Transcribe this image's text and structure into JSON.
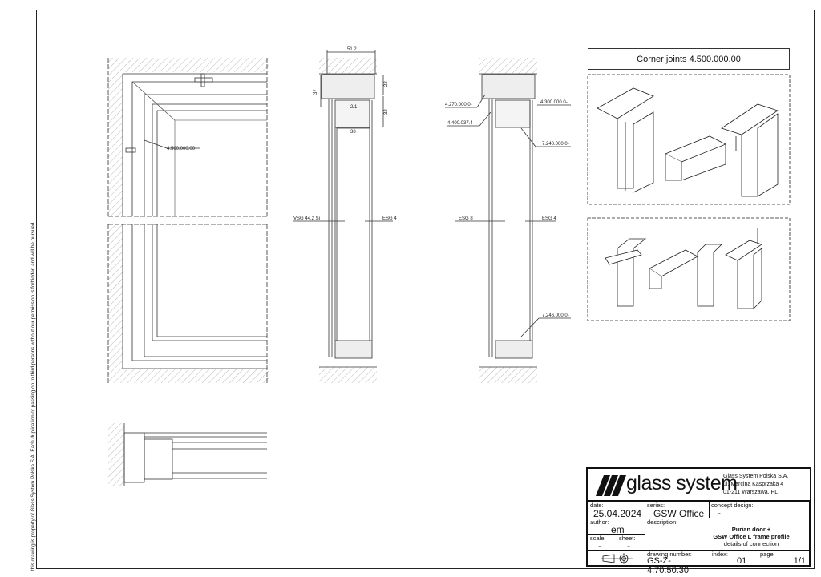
{
  "side_note": "this drawing is property of Glass System Polska S.A.  Each duplication or passing on to third persons without our permission is forbidden and will be pursued.",
  "annotations": {
    "corner_part": "4.500.000.00",
    "width_dim": "51.2",
    "height_dim_37": "37",
    "height_dim_22": "22",
    "height_dim_32": "32",
    "inner_dim": "38",
    "profile_mark": "2/1",
    "part_4270": "4.270.000.0-",
    "part_4300": "4.300.000.0-",
    "part_4400": "4.400.037.4-",
    "part_7240": "7.240.000.0-",
    "part_7246": "7.246.000.0-",
    "glass_vsg": "VSG 44.2 Si",
    "glass_esg4_a": "ESG 4",
    "glass_esg8": "ESG 8",
    "glass_esg4_b": "ESG 4"
  },
  "corner_joints_title": "Corner joints 4.500.000.00",
  "title_block": {
    "brand": "glass system",
    "company": "Glass System Polska S.A.",
    "street": "ul. Marcina Kasprzaka 4",
    "city": "01-211 Warszawa, PL",
    "date_label": "date:",
    "date": "25.04.2024",
    "series_label": "series:",
    "series": "GSW Office",
    "concept_label": "concept design:",
    "concept": "-",
    "author_label": "author:",
    "author": "em",
    "scale_label": "scale:",
    "scale": "-",
    "sheet_label": "sheet:",
    "sheet": "-",
    "description_label": "description:",
    "description_line1": "Purian door +",
    "description_line2": "GSW Office L frame profile",
    "description_line3": "details of connection",
    "drawing_number_label": "drawing number:",
    "drawing_number": "GS-Z-4.70.50.30",
    "index_label": "index:",
    "index": "01",
    "page_label": "page:",
    "page": "1/1"
  }
}
